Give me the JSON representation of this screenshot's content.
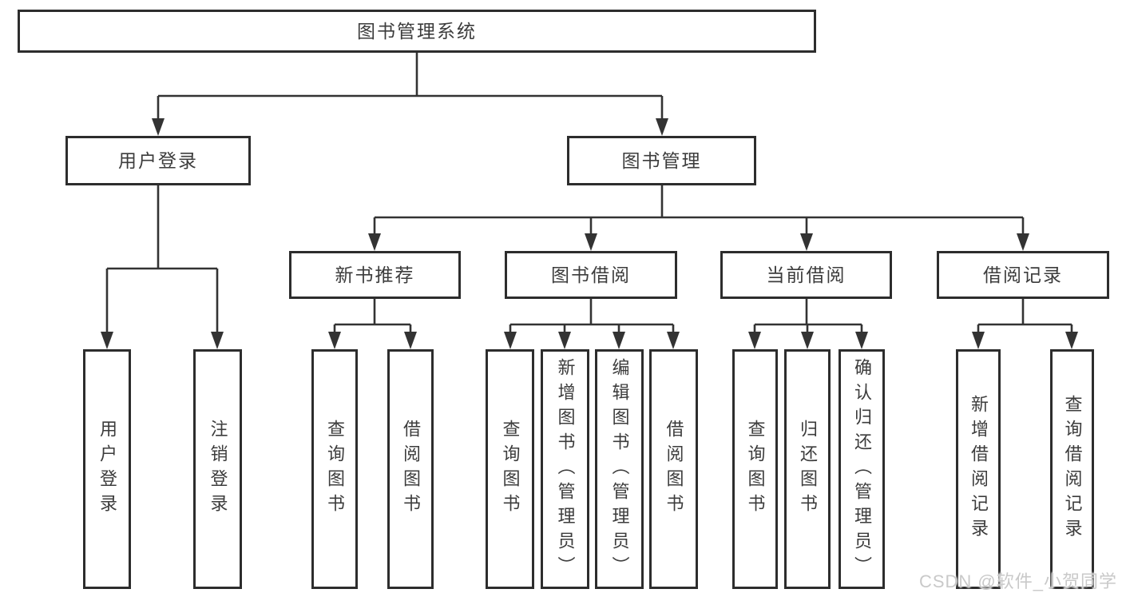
{
  "diagram_type": "hierarchy",
  "tree": {
    "label": "图书管理系统",
    "children": [
      {
        "label": "用户登录",
        "children": [
          {
            "label": "用户登录"
          },
          {
            "label": "注销登录"
          }
        ]
      },
      {
        "label": "图书管理",
        "children": [
          {
            "label": "新书推荐",
            "children": [
              {
                "label": "查询图书"
              },
              {
                "label": "借阅图书"
              }
            ]
          },
          {
            "label": "图书借阅",
            "children": [
              {
                "label": "查询图书"
              },
              {
                "label": "新增图书（管理员）"
              },
              {
                "label": "编辑图书（管理员）"
              },
              {
                "label": "借阅图书"
              }
            ]
          },
          {
            "label": "当前借阅",
            "children": [
              {
                "label": "查询图书"
              },
              {
                "label": "归还图书"
              },
              {
                "label": "确认归还（管理员）"
              }
            ]
          },
          {
            "label": "借阅记录",
            "children": [
              {
                "label": "新增借阅记录"
              },
              {
                "label": "查询借阅记录"
              }
            ]
          }
        ]
      }
    ]
  },
  "watermark": {
    "text": "CSDN @软件_小贺同学"
  },
  "colors": {
    "line": "#333333",
    "border": "#2d2d2d",
    "text": "#3c3c3c",
    "watermark": "#c9c9c9",
    "background": "#ffffff"
  }
}
